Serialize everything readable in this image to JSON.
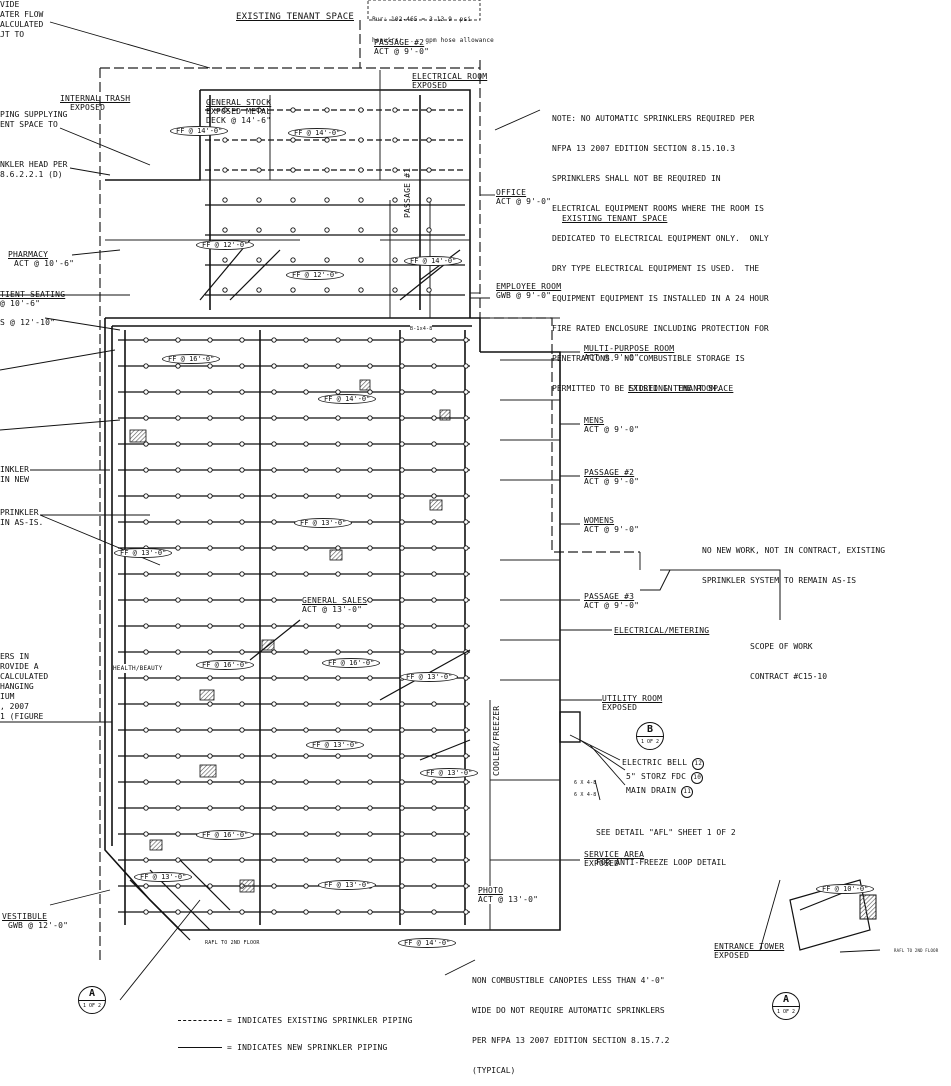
{
  "header_box": [
    "Pur: 102-465 = 3 13 9  psi",
    "hepuirs: ...  gpm hose allowance"
  ],
  "rooms": {
    "existing_tenant_top": "EXISTING TENANT SPACE",
    "passage2_top": "PASSAGE #2",
    "passage2_top_ceiling": "ACT @ 9'-0\"",
    "electrical_room": "ELECTRICAL ROOM",
    "electrical_room_ceiling": "EXPOSED",
    "internal_trash": "INTERNAL TRASH",
    "internal_trash_ceiling": "EXPOSED",
    "general_stock": "GENERAL STOCK",
    "general_stock_ceiling1": "EXPOSED METAL",
    "general_stock_ceiling2": "DECK @ 14'-6\"",
    "office": "OFFICE",
    "office_ceiling": "ACT @ 9'-0\"",
    "existing_tenant_right": "EXISTING TENANT SPACE",
    "pharmacy": "PHARMACY",
    "pharmacy_ceiling": "ACT @ 10'-6\"",
    "patient_seating": "TIENT SEATING",
    "patient_seating_ceiling": "@ 10'-6\"",
    "left_ceiling": "S @ 12'-10\"",
    "employee_room": "EMPLOYEE ROOM",
    "employee_room_ceiling": "GWB @ 9'-0\"",
    "multi_purpose": "MULTI-PURPOSE ROOM",
    "multi_purpose_ceiling": "ACT @ 9'-0\"",
    "existing_tenant_mid": "EXISTING TENANT SPACE",
    "mens": "MENS",
    "mens_ceiling": "ACT @ 9'-0\"",
    "passage2_mid": "PASSAGE #2",
    "passage2_mid_ceiling": "ACT @ 9'-0\"",
    "womens": "WOMENS",
    "womens_ceiling": "ACT @ 9'-0\"",
    "passage3": "PASSAGE #3",
    "passage3_ceiling": "ACT @ 9'-0\"",
    "general_sales": "GENERAL SALES",
    "general_sales_ceiling": "ACT @ 13'-0\"",
    "electrical_metering": "ELECTRICAL/METERING",
    "utility_room": "UTILITY ROOM",
    "utility_room_ceiling": "EXPOSED",
    "service_area": "SERVICE AREA",
    "service_area_ceiling": "EXPOSED",
    "photo": "PHOTO",
    "photo_ceiling": "ACT @ 13'-0\"",
    "vestibule": "VESTIBULE",
    "vestibule_ceiling": "GWB @ 12'-0\"",
    "entrance_tower": "ENTRANCE TOWER",
    "entrance_tower_ceiling": "EXPOSED",
    "passage1_vertical": "PASSAGE #1",
    "cooler_freezer_vertical": "COOLER/FREEZER",
    "health_beauty": "HEALTH/BEAUTY"
  },
  "left_notes": {
    "n1": [
      "VIDE",
      "ATER FLOW",
      "ALCULATED",
      "JT TO"
    ],
    "n2": [
      "PING SUPPLYING",
      "ENT SPACE TO"
    ],
    "n3": [
      "NKLER HEAD PER",
      "8.6.2.2.1 (D)"
    ],
    "n4": [
      "INKLER",
      "IN NEW"
    ],
    "n5": [
      "PRINKLER",
      "IN AS-IS."
    ],
    "n6": [
      "ERS IN",
      "ROVIDE A",
      "CALCULATED",
      "HANGING",
      "IUM",
      ", 2007",
      "1 (FIGURE"
    ]
  },
  "note_nfpa": [
    "NOTE: NO AUTOMATIC SPRINKLERS REQUIRED PER",
    "NFPA 13 2007 EDITION SECTION 8.15.10.3",
    "SPRINKLERS SHALL NOT BE REQUIRED IN",
    "ELECTRICAL EQUIPMENT ROOMS WHERE THE ROOM IS",
    "DEDICATED TO ELECTRICAL EQUIPMENT ONLY.  ONLY",
    "DRY TYPE ELECTRICAL EQUIPMENT IS USED.  THE",
    "EQUIPMENT EQUIPMENT IS INSTALLED IN A 24 HOUR",
    "FIRE RATED ENCLOSURE INCLUDING PROTECTION FOR",
    "PENETRATIONS.  NO COMBUSTIBLE STORAGE IS",
    "PERMITTED TO BE STORED IN THE ROOM."
  ],
  "note_no_new_work": [
    "NO NEW WORK, NOT IN CONTRACT, EXISTING",
    "SPRINKLER SYSTEM TO REMAIN AS-IS"
  ],
  "scope": [
    "SCOPE OF WORK",
    "CONTRACT #C15-10"
  ],
  "callouts": {
    "electric_bell": "ELECTRIC BELL",
    "electric_bell_num": "12",
    "storz_fdc": "5\" STORZ FDC",
    "storz_fdc_num": "10",
    "main_drain": "MAIN DRAIN",
    "main_drain_num": "11",
    "detail_note": [
      "SEE DETAIL \"AFL\" SHEET 1 OF 2",
      "FOR ANTI-FREEZE LOOP DETAIL"
    ],
    "riser_tag_1": "6 X 4-8",
    "riser_tag_2": "6 X 4-8",
    "raf1": "RAFL TO 2ND FLOOR",
    "raf2": "RAFL TO 2ND FLOOR",
    "tower_tag": "FF @ 10'-0\"",
    "side_tag": "B-1x4-8"
  },
  "canopy_note": [
    "NON COMBUSTIBLE CANOPIES LESS THAN 4'-0\"",
    "WIDE DO NOT REQUIRE AUTOMATIC SPRINKLERS",
    "PER NFPA 13 2007 EDITION SECTION 8.15.7.2",
    "(TYPICAL)"
  ],
  "legend": [
    {
      "label": "= INDICATES EXISTING SPRINKLER PIPING",
      "style": "dashed"
    },
    {
      "label": "= INDICATES NEW SPRINKLER PIPING",
      "style": "solid"
    }
  ],
  "detail_bubbles": [
    {
      "letter": "B",
      "sheet": "1 OF 2"
    },
    {
      "letter": "A",
      "sheet": "1 OF 2"
    },
    {
      "letter": "A",
      "sheet": "1 OF 2"
    }
  ],
  "elevation_tags": [
    "FF @ 14'-0\"",
    "FF @ 14'-0\"",
    "FF @ 12'-0\"",
    "FF @ 12'-0\"",
    "FF @ 14'-0\"",
    "FF @ 16'-0\"",
    "FF @ 14'-0\"",
    "FF @ 13'-0\"",
    "FF @ 13'-0\"",
    "FF @ 16'-0\"",
    "FF @ 16'-0\"",
    "FF @ 13'-0\"",
    "FF @ 13'-0\"",
    "FF @ 13'-0\"",
    "FF @ 16'-0\"",
    "FF @ 13'-0\"",
    "FF @ 13'-0\"",
    "FF @ 14'-0\""
  ],
  "colors": {
    "ink": "#111111",
    "paper": "#ffffff",
    "hatch": "#555555"
  }
}
